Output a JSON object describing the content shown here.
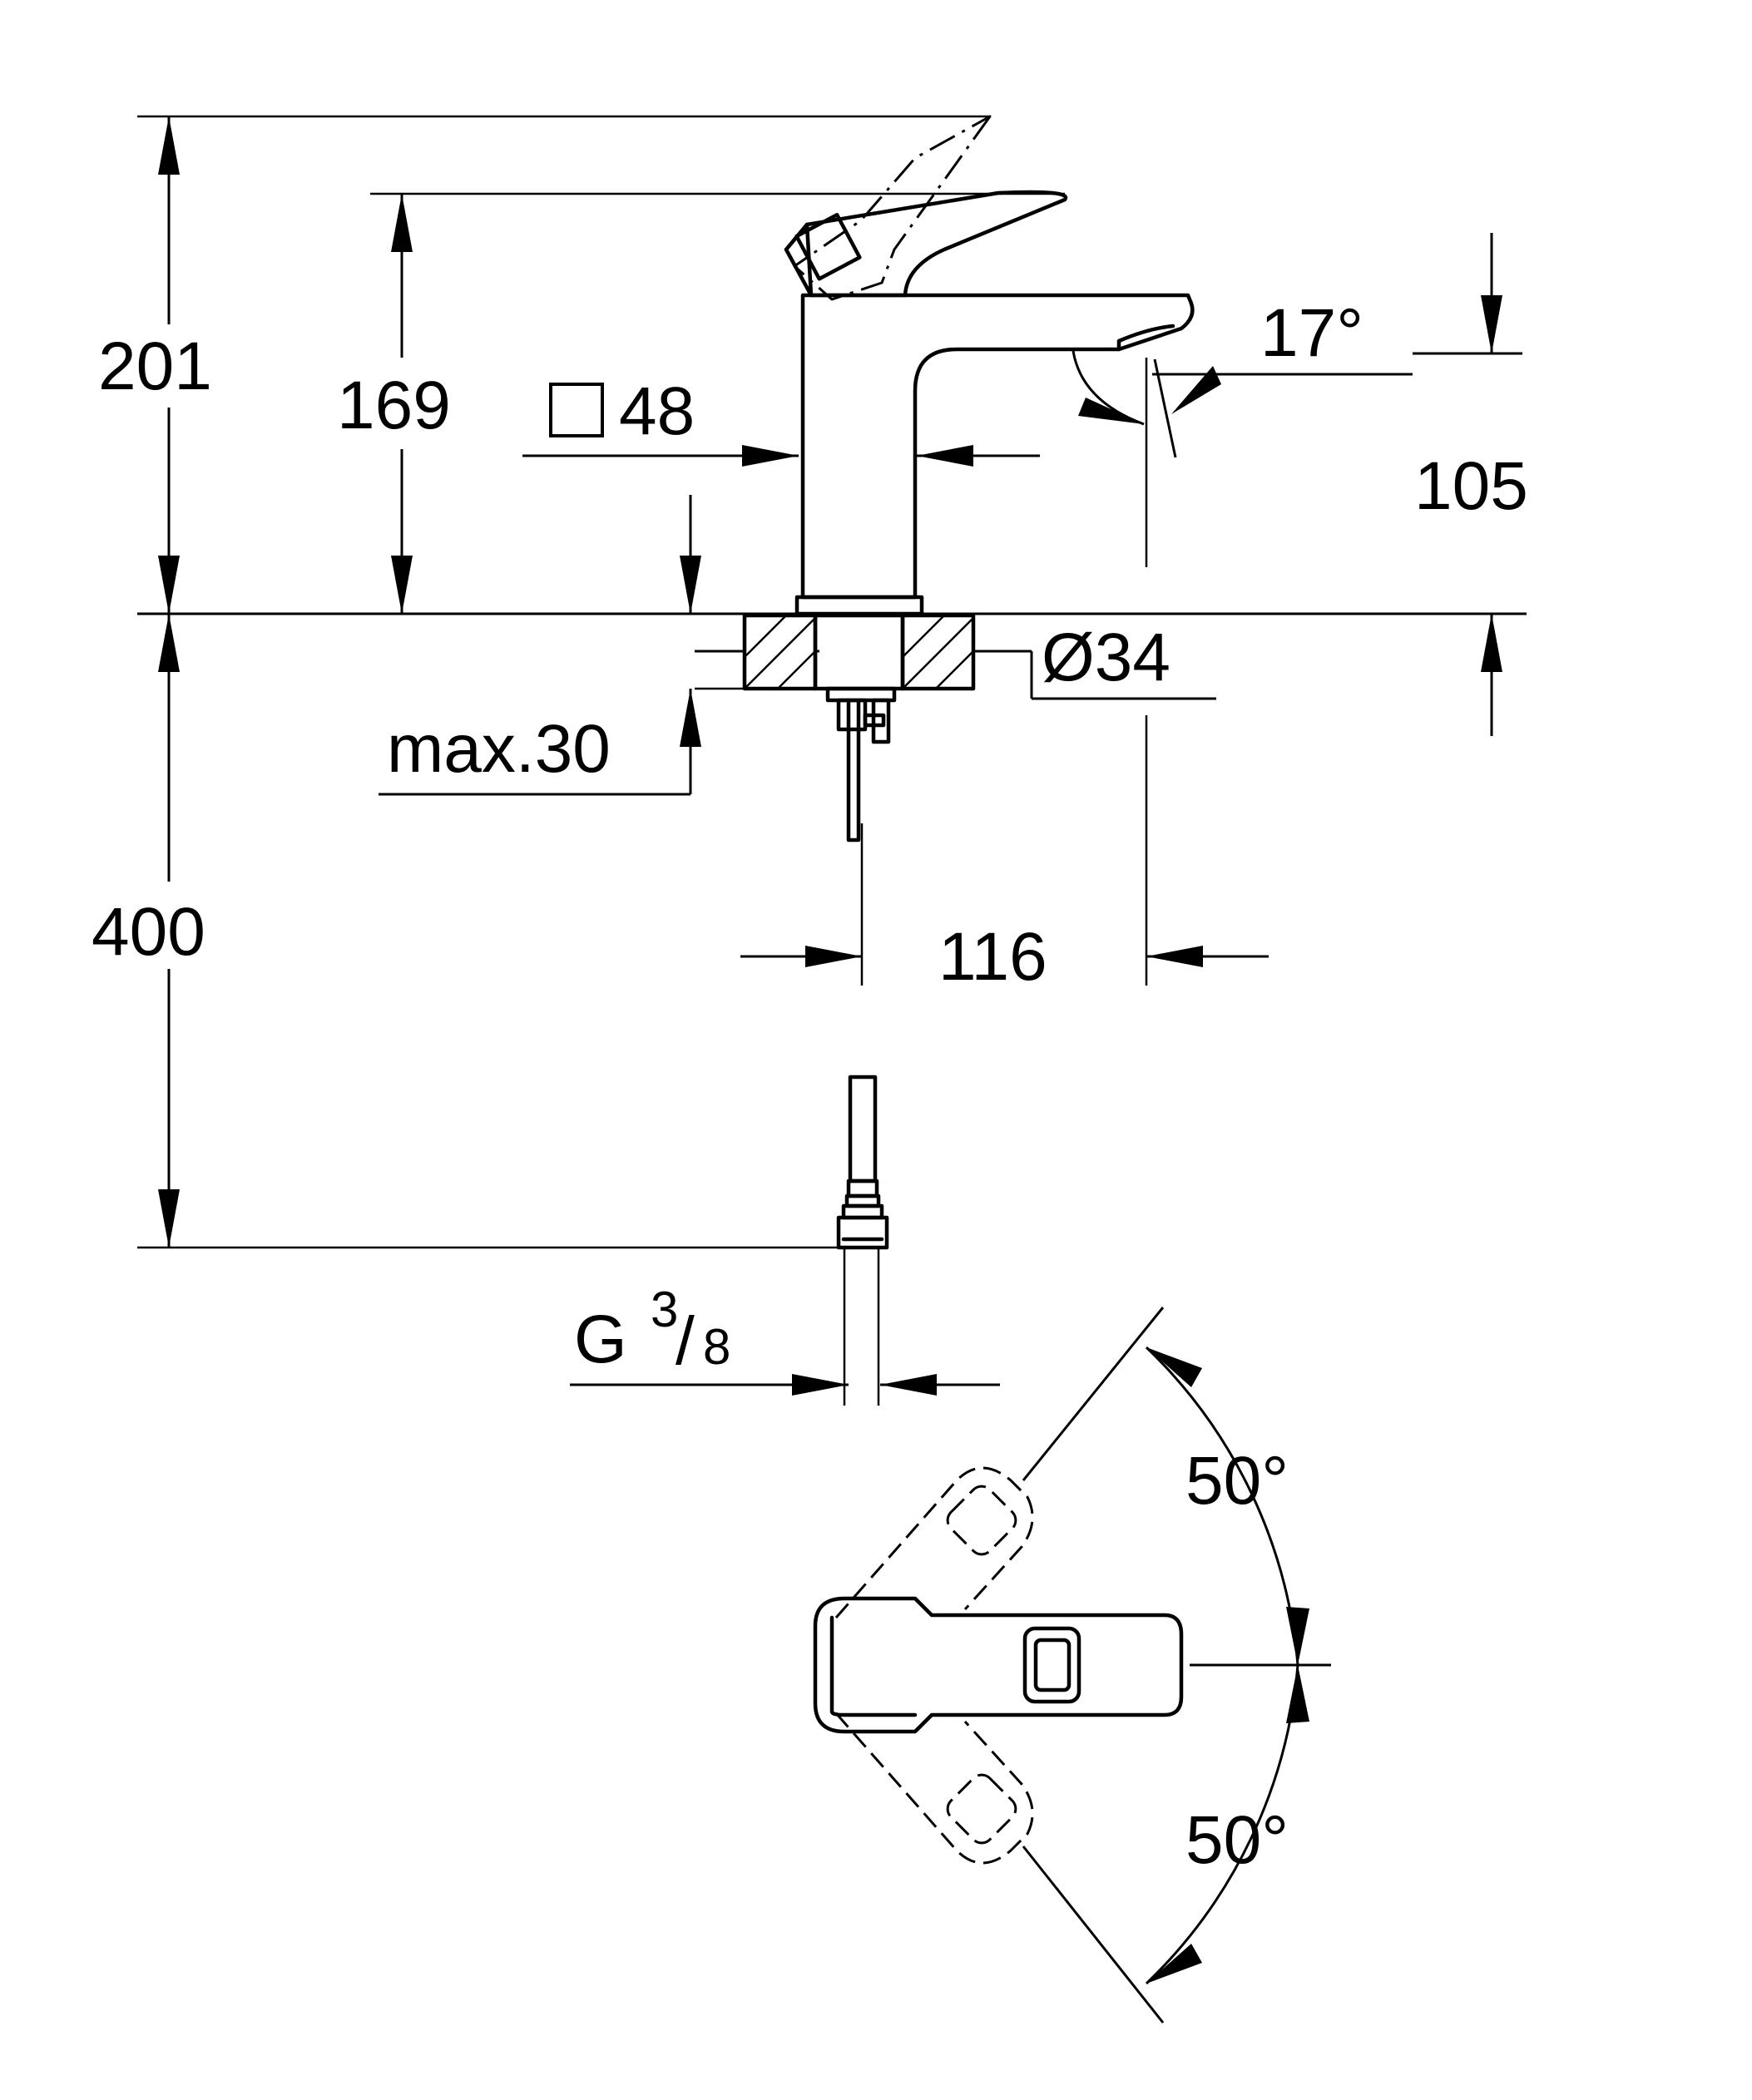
{
  "dimensions": {
    "total_height": "201",
    "spout_height": "169",
    "body_square": "48",
    "spout_angle": "17°",
    "outlet_height": "105",
    "hole_diameter": "Ø34",
    "max_deck_thickness": "max.30",
    "spout_projection": "116",
    "hose_length": "400",
    "connection_thread": "G",
    "thread_numerator": "3",
    "thread_slash": "/",
    "thread_denominator": "8",
    "lever_swing_upper": "50°",
    "lever_swing_lower": "50°"
  }
}
